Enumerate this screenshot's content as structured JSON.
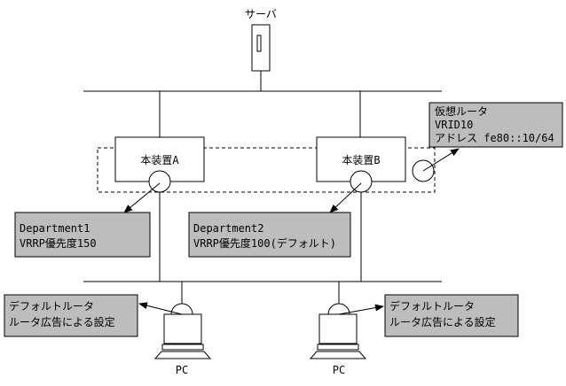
{
  "server": {
    "label": "サーバ"
  },
  "devices": [
    {
      "label": "本装置A"
    },
    {
      "label": "本装置B"
    }
  ],
  "virtual_router_note": {
    "lines": [
      "仮想ルータ",
      "VRID10",
      "アドレス fe80::10/64"
    ]
  },
  "department_notes": [
    {
      "lines": [
        "Department1",
        "VRRP優先度150"
      ]
    },
    {
      "lines": [
        "Department2",
        "VRRP優先度100(デフォルト)"
      ]
    }
  ],
  "pc_notes": [
    {
      "lines": [
        "デフォルトルータ",
        "ルータ広告による設定"
      ]
    },
    {
      "lines": [
        "デフォルトルータ",
        "ルータ広告による設定"
      ]
    }
  ],
  "pcs": [
    {
      "label": "PC"
    },
    {
      "label": "PC"
    }
  ],
  "colors": {
    "note_fill": "#bdbdbd",
    "line": "#000000",
    "background": "#ffffff"
  }
}
